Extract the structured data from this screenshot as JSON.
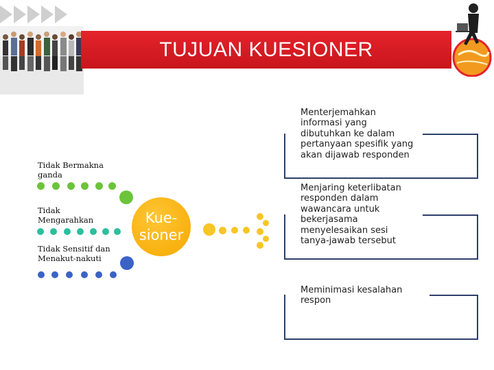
{
  "title": "TUJUAN KUESIONER",
  "center_label": "Kue-\nsioner",
  "left_labels": [
    "Tidak Bermakna ganda",
    "Tidak Mengarahkan",
    "Tidak Sensitif dan Menakut-nakuti"
  ],
  "right_items": [
    "Menterjemahkan informasi yang dibutuhkan ke dalam pertanyaan spesifik yang akan dijawab responden",
    "Menjaring keterlibatan responden dalam wawancara untuk bekerjasama menyelesaikan sesi tanya-jawab tersebut",
    "Meminimasi kesalahan respon"
  ],
  "colors": {
    "banner": "#e5232b",
    "center": "#f5a800",
    "box_border": "#2d3f6b"
  },
  "decor": [
    "people-crowd-image",
    "woman-laptop-globe-image",
    "chevron-arrows"
  ]
}
